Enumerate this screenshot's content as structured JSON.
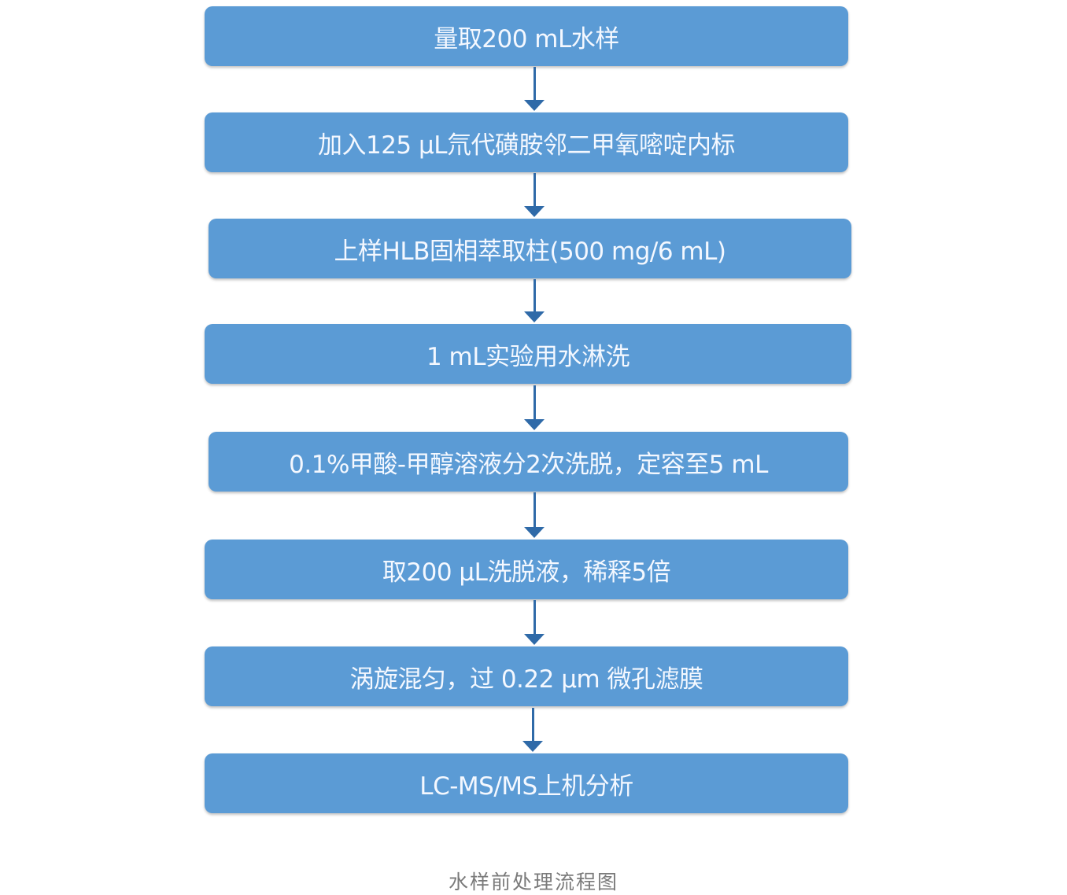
{
  "steps": [
    "量取200 mL水样",
    "加入125 μL氘代磺胺邻二甲氧嘧啶内标",
    "上样HLB固相萃取柱(500 mg/6 mL)",
    "1 mL实验用水淋洗",
    "0.1%甲酸-甲醇溶液分2次洗脱，定容至5 mL",
    "取200 μL洗脱液，稀释5倍",
    "涡旋混匀，过 0.22 μm 微孔滤膜",
    "LC-MS/MS上机分析"
  ],
  "caption": "水样前处理流程图",
  "colors": {
    "box": "#5b9bd5",
    "arrow": "#2f6aa8",
    "caption": "#7a7a7a"
  }
}
